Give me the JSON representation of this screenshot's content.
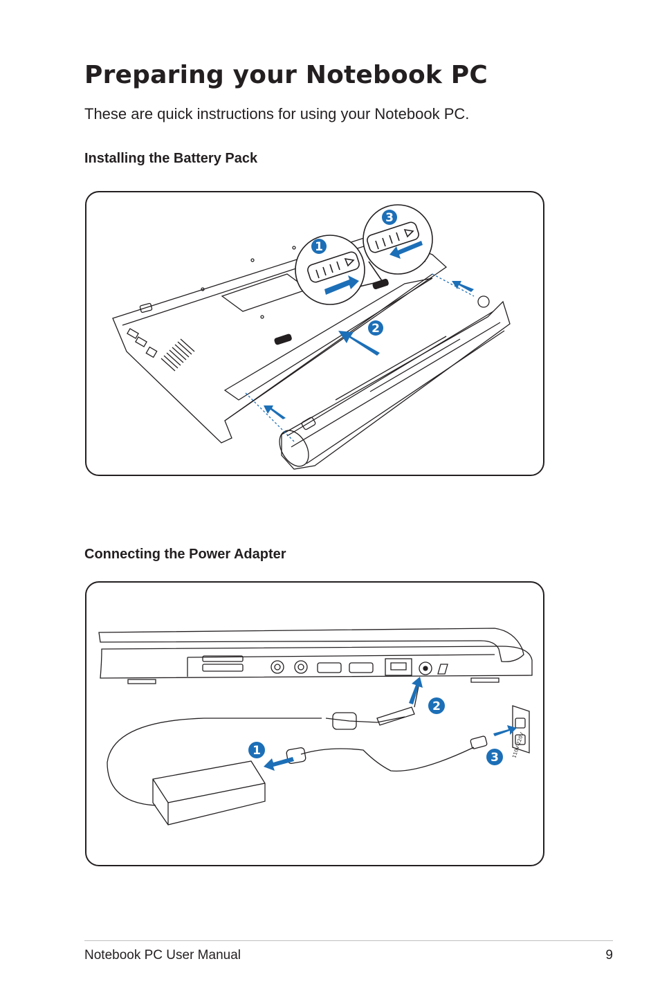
{
  "header": {
    "title": "Preparing your Notebook PC",
    "intro": "These are quick instructions for using your Notebook PC."
  },
  "sections": [
    {
      "heading": "Installing the Battery Pack",
      "steps": [
        "1",
        "2",
        "3"
      ]
    },
    {
      "heading": "Connecting the Power Adapter",
      "steps": [
        "1",
        "2",
        "3"
      ],
      "outlet_label": "110V-220V"
    }
  ],
  "footer": {
    "manual_name": "Notebook PC User Manual",
    "page_number": "9"
  },
  "colors": {
    "accent_blue": "#1c6fb7",
    "text": "#231f20"
  }
}
